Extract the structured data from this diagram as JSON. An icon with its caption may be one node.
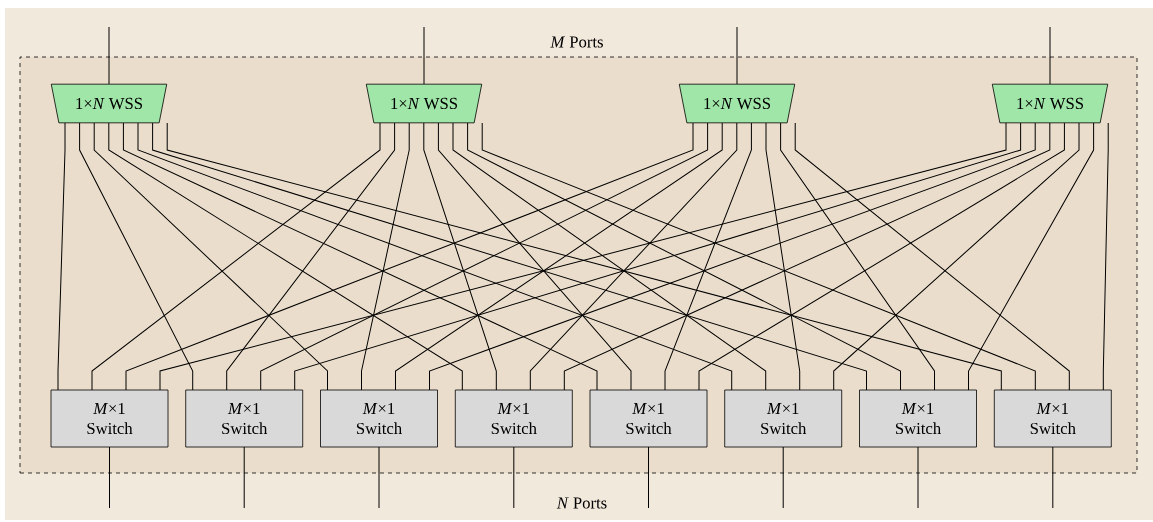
{
  "diagram": {
    "nodes": [
      {
        "text": [],
        "shape": "box"
      },
      {
        "text": [
          "1×*N* WSS"
        ],
        "in": 0
      },
      {
        "text": [
          "1×*N* WSS"
        ],
        "in": 0
      },
      {
        "text": [
          "1×*N* WSS"
        ],
        "in": 0
      },
      {
        "text": [
          "1×*N* WSS"
        ],
        "in": 0
      },
      {
        "text": [
          "*M*×1 Switch"
        ],
        "in": 0
      },
      {
        "text": [
          "*M*×1 Switch"
        ],
        "in": 0
      },
      {
        "text": [
          "*M*×1 Switch"
        ],
        "in": 0
      },
      {
        "text": [
          "*M*×1 Switch"
        ],
        "in": 0
      },
      {
        "text": [
          "*M*×1 Switch"
        ],
        "in": 0
      },
      {
        "text": [
          "*M*×1 Switch"
        ],
        "in": 0
      },
      {
        "text": [
          "*M*×1 Switch"
        ],
        "in": 0
      },
      {
        "text": [
          "*M*×1 Switch"
        ],
        "in": 0
      }
    ],
    "edges": [
      {
        "from": null,
        "to": 1,
        "arrow": "none"
      },
      {
        "from": null,
        "to": 2,
        "arrow": "none"
      },
      {
        "from": null,
        "to": 3,
        "arrow": "none"
      },
      {
        "from": null,
        "to": 4,
        "arrow": "none"
      },
      {
        "from": 1,
        "to": 5,
        "arrow": "none"
      },
      {
        "from": 1,
        "to": 6,
        "arrow": "none"
      },
      {
        "from": 1,
        "to": 7,
        "arrow": "none"
      },
      {
        "from": 1,
        "to": 8,
        "arrow": "none"
      },
      {
        "from": 1,
        "to": 9,
        "arrow": "none"
      },
      {
        "from": 1,
        "to": 10,
        "arrow": "none"
      },
      {
        "from": 1,
        "to": 11,
        "arrow": "none"
      },
      {
        "from": 1,
        "to": 12,
        "arrow": "none"
      },
      {
        "from": 2,
        "to": 5,
        "arrow": "none"
      },
      {
        "from": 2,
        "to": 6,
        "arrow": "none"
      },
      {
        "from": 2,
        "to": 7,
        "arrow": "none"
      },
      {
        "from": 2,
        "to": 8,
        "arrow": "none"
      },
      {
        "from": 2,
        "to": 9,
        "arrow": "none"
      },
      {
        "from": 2,
        "to": 10,
        "arrow": "none"
      },
      {
        "from": 2,
        "to": 11,
        "arrow": "none"
      },
      {
        "from": 2,
        "to": 12,
        "arrow": "none"
      },
      {
        "from": 3,
        "to": 5,
        "arrow": "none"
      },
      {
        "from": 3,
        "to": 6,
        "arrow": "none"
      },
      {
        "from": 3,
        "to": 7,
        "arrow": "none"
      },
      {
        "from": 3,
        "to": 8,
        "arrow": "none"
      },
      {
        "from": 3,
        "to": 9,
        "arrow": "none"
      },
      {
        "from": 3,
        "to": 10,
        "arrow": "none"
      },
      {
        "from": 3,
        "to": 11,
        "arrow": "none"
      },
      {
        "from": 3,
        "to": 12,
        "arrow": "none"
      },
      {
        "from": 4,
        "to": 5,
        "arrow": "none"
      },
      {
        "from": 4,
        "to": 6,
        "arrow": "none"
      },
      {
        "from": 4,
        "to": 7,
        "arrow": "none"
      },
      {
        "from": 4,
        "to": 8,
        "arrow": "none"
      },
      {
        "from": 4,
        "to": 9,
        "arrow": "none"
      },
      {
        "from": 4,
        "to": 10,
        "arrow": "none"
      },
      {
        "from": 4,
        "to": 11,
        "arrow": "none"
      },
      {
        "from": 4,
        "to": 12,
        "arrow": "none"
      },
      {
        "from": 5,
        "to": null,
        "arrow": "none"
      },
      {
        "from": 6,
        "to": null,
        "arrow": "none"
      },
      {
        "from": 7,
        "to": null,
        "arrow": "none"
      },
      {
        "from": 8,
        "to": null,
        "arrow": "none"
      },
      {
        "from": 9,
        "to": null,
        "arrow": "none"
      },
      {
        "from": 10,
        "to": null,
        "arrow": "none"
      },
      {
        "from": 11,
        "to": null,
        "arrow": "none"
      },
      {
        "from": 12,
        "to": null,
        "arrow": "none"
      }
    ],
    "labels": [
      "*M* Ports",
      "*N* Ports"
    ]
  }
}
